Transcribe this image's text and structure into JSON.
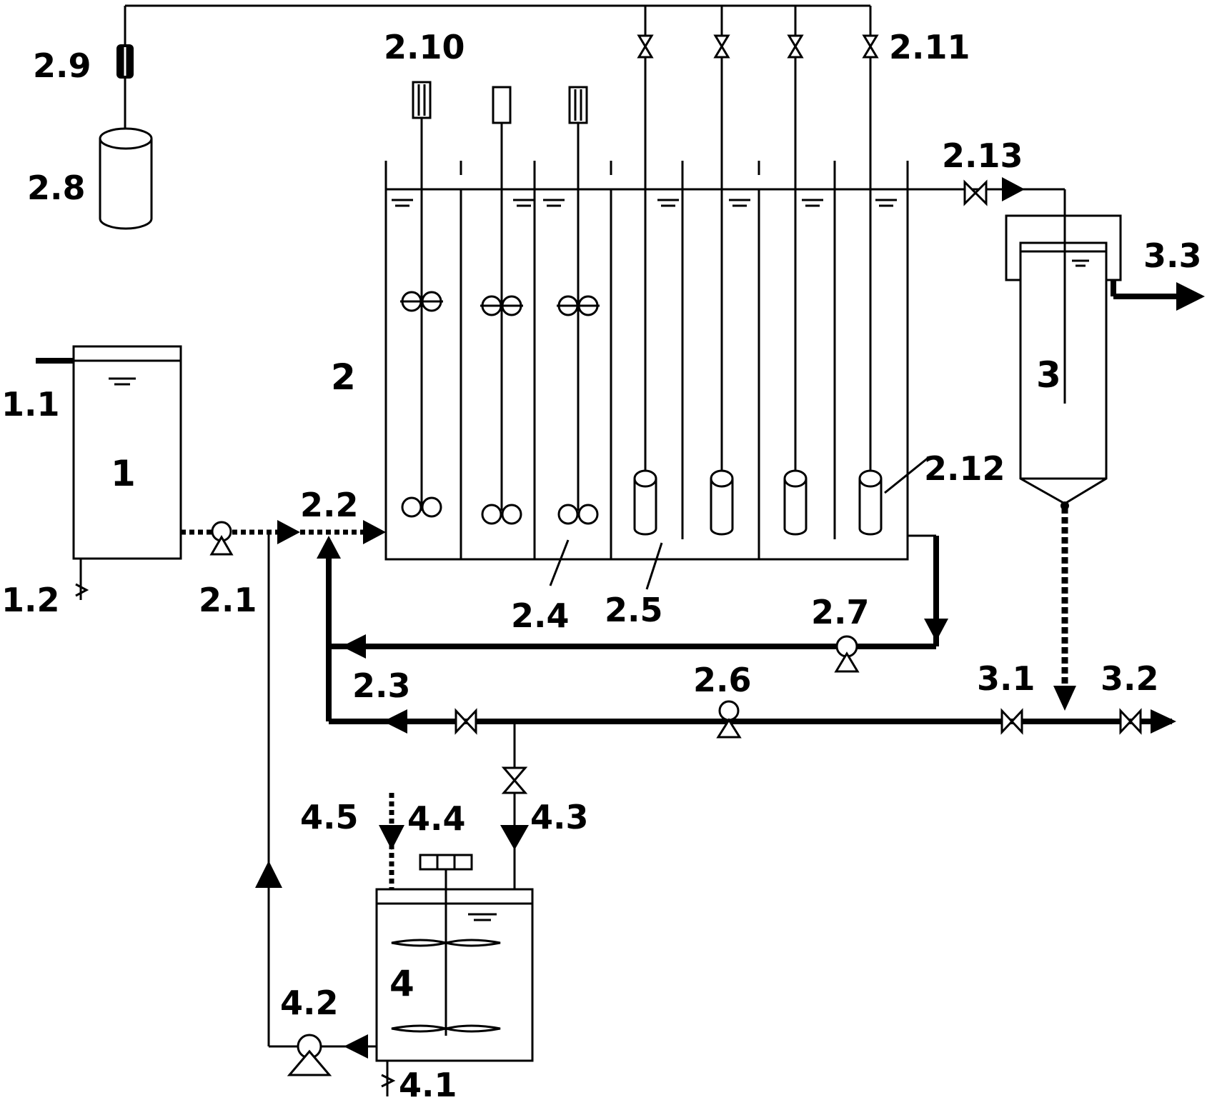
{
  "labels": {
    "l_1": "1",
    "l_1_1": "1.1",
    "l_1_2": "1.2",
    "l_2": "2",
    "l_2_1": "2.1",
    "l_2_2": "2.2",
    "l_2_3": "2.3",
    "l_2_4": "2.4",
    "l_2_5": "2.5",
    "l_2_6": "2.6",
    "l_2_7": "2.7",
    "l_2_8": "2.8",
    "l_2_9": "2.9",
    "l_2_10": "2.10",
    "l_2_11": "2.11",
    "l_2_12": "2.12",
    "l_2_13": "2.13",
    "l_3": "3",
    "l_3_1": "3.1",
    "l_3_2": "3.2",
    "l_3_3": "3.3",
    "l_4": "4",
    "l_4_1": "4.1",
    "l_4_2": "4.2",
    "l_4_3": "4.3",
    "l_4_4": "4.4",
    "l_4_5": "4.5"
  },
  "colors": {
    "line": "#000000",
    "background": "#ffffff"
  }
}
